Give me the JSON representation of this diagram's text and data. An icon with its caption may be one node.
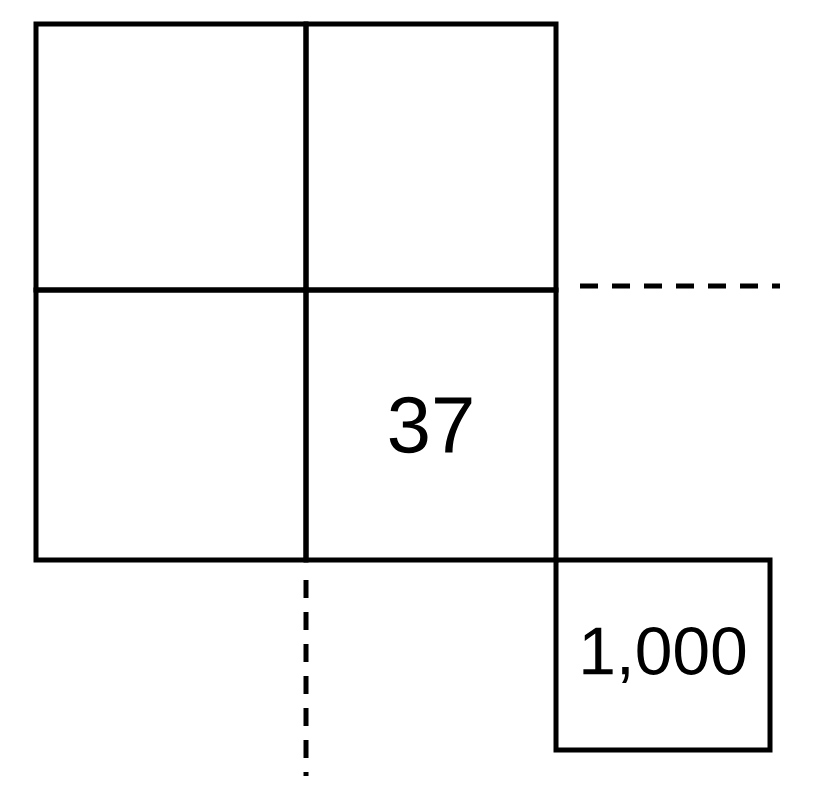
{
  "diagram": {
    "nodes": [
      {
        "text": [],
        "shape": "box"
      },
      {
        "text": [],
        "shape": "box"
      },
      {
        "text": [],
        "shape": "box"
      },
      {
        "text": [
          "37"
        ]
      },
      {
        "text": [
          "1,000"
        ]
      }
    ]
  }
}
